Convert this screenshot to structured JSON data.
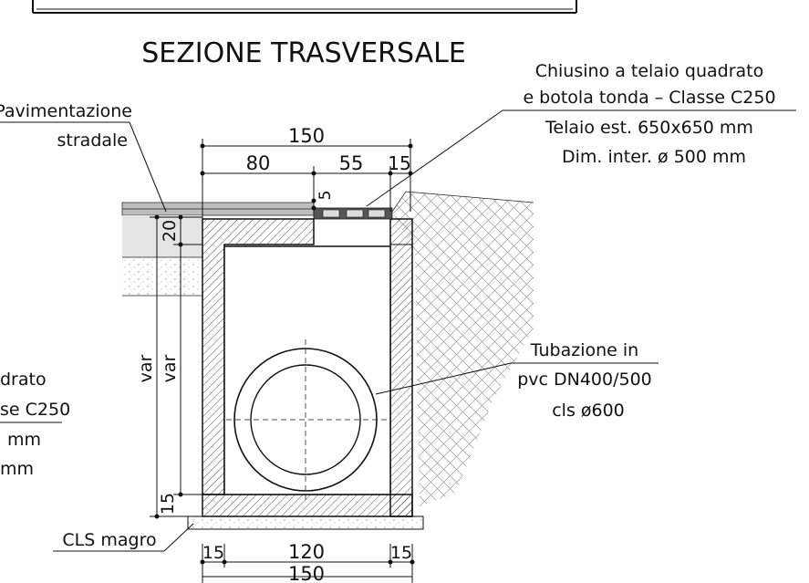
{
  "title": "SEZIONE TRASVERSALE",
  "labels": {
    "pavimentazione": [
      "Pavimentazione",
      "stradale"
    ],
    "chiusino": [
      "Chiusino a telaio quadrato",
      "e botola tonda – Classe C250",
      "Telaio est. 650x650 mm",
      "Dim. inter. ø 500 mm"
    ],
    "tubazione": [
      "Tubazione in",
      "pvc DN400/500",
      "cls ø600"
    ],
    "cls_magro": "CLS magro",
    "partial_left": [
      "drato",
      "se C250",
      "mm",
      "mm"
    ]
  },
  "dimensions": {
    "top_total": "150",
    "top_left": "80",
    "top_mid": "55",
    "top_right": "15",
    "cover_gap": "5",
    "slab": "20",
    "var_outer": "var",
    "var_inner": "var",
    "base": "15",
    "bottom_left": "15",
    "bottom_mid": "120",
    "bottom_right": "15",
    "bottom_total": "150"
  }
}
